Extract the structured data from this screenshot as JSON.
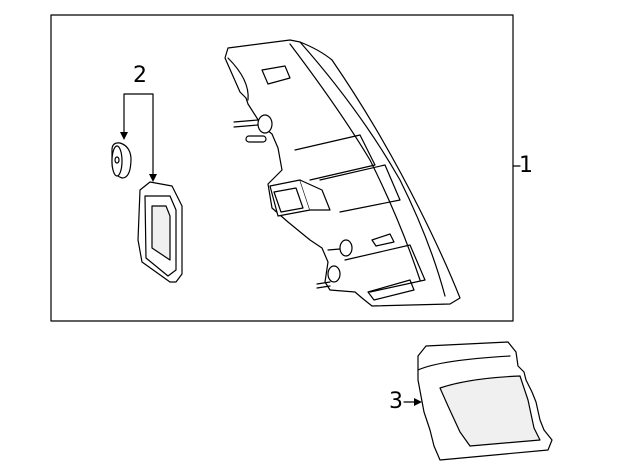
{
  "callouts": {
    "part1": "1",
    "part2": "2",
    "part3": "3"
  },
  "parts": [
    {
      "number": "1",
      "name": "tail-lamp-assembly"
    },
    {
      "number": "2",
      "name": "grommet-and-seal"
    },
    {
      "number": "3",
      "name": "lamp-trim-cover"
    }
  ]
}
